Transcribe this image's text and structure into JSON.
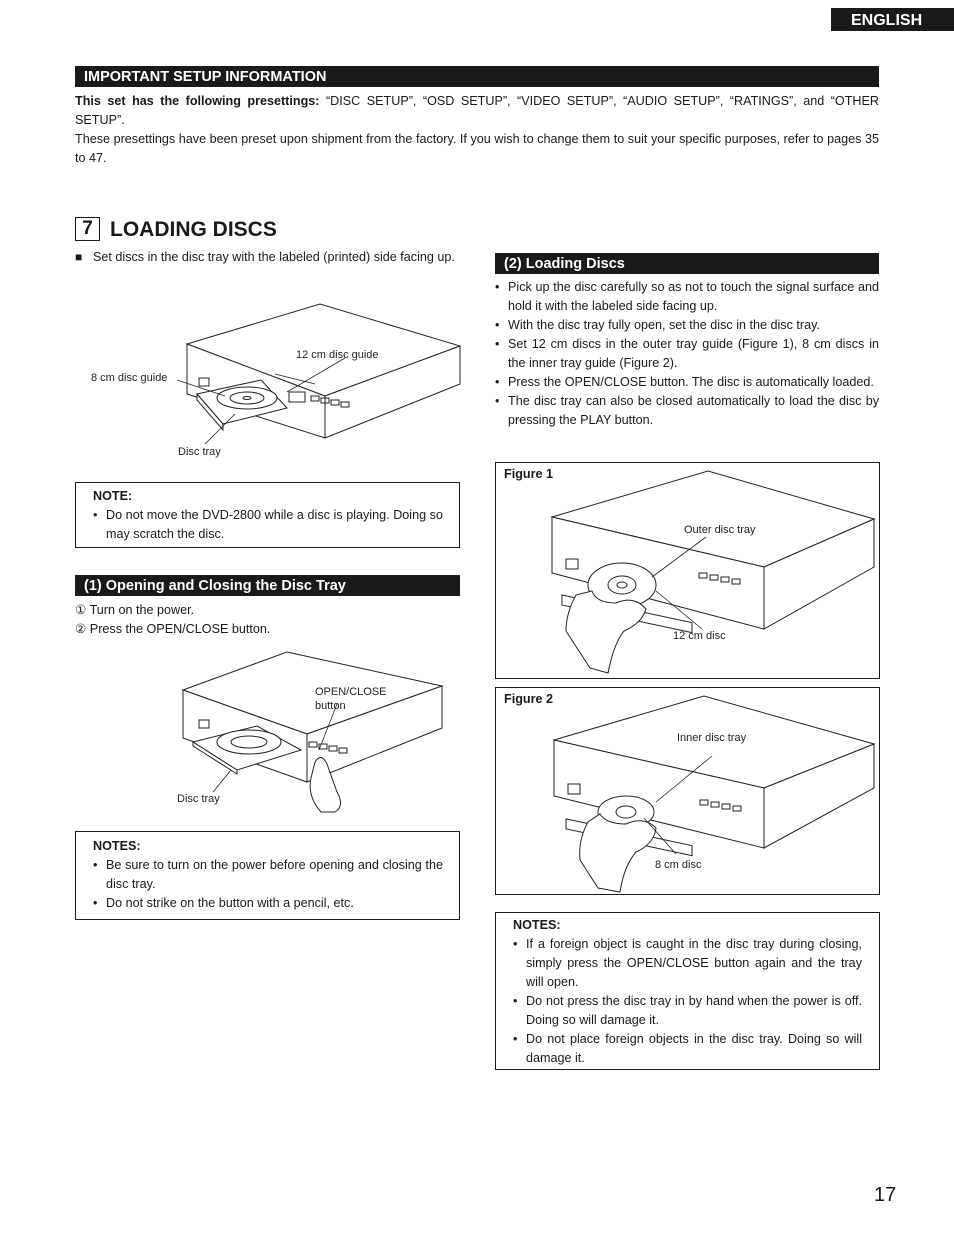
{
  "language_tab": "ENGLISH",
  "setup": {
    "heading": "IMPORTANT SETUP INFORMATION",
    "lead_bold": "This set has the following presettings:",
    "lead_rest": " “DISC SETUP”, “OSD SETUP”, “VIDEO SETUP”, “AUDIO SETUP”, “RATINGS”, and “OTHER SETUP”.",
    "para2": "These presettings have been preset upon shipment from the factory. If you wish to change them to suit your specific purposes, refer to pages 35 to 47."
  },
  "section": {
    "number": "7",
    "title": "LOADING DISCS"
  },
  "intro": {
    "bullet": "■",
    "text": "Set discs in the disc tray with the labeled (printed) side facing up."
  },
  "fig_top": {
    "label_guide12": "12 cm disc guide",
    "label_guide8": "8 cm disc guide",
    "label_tray": "Disc tray"
  },
  "note1": {
    "title": "NOTE:",
    "items": [
      "Do not move the DVD-2800 while a disc is playing. Doing so may scratch the disc."
    ]
  },
  "open_close": {
    "heading": "(1) Opening and Closing the Disc Tray",
    "steps": [
      {
        "mark": "①",
        "text": " Turn on the power."
      },
      {
        "mark": "②",
        "text": " Press the OPEN/CLOSE button."
      }
    ]
  },
  "fig_mid": {
    "label_button_1": "OPEN/CLOSE",
    "label_button_2": "button",
    "label_tray": "Disc tray"
  },
  "notes2": {
    "title": "NOTES:",
    "items": [
      "Be sure to turn on the power before opening and closing the disc tray.",
      "Do not strike on the button with a pencil, etc."
    ]
  },
  "loading": {
    "heading": "(2) Loading Discs",
    "items": [
      "Pick up the disc carefully so as not to touch the signal surface and hold it with the labeled side facing up.",
      "With the disc tray fully open, set the disc in the disc tray.",
      "Set 12 cm discs in the outer tray guide (Figure 1), 8 cm discs in the inner tray guide (Figure 2).",
      "Press the OPEN/CLOSE button. The disc is automatically loaded.",
      "The disc tray can also be closed automatically to load the disc by pressing the PLAY button."
    ]
  },
  "figure1": {
    "title": "Figure 1",
    "label_outer": "Outer disc tray",
    "label_disc": "12 cm disc"
  },
  "figure2": {
    "title": "Figure 2",
    "label_inner": "Inner disc tray",
    "label_disc": "8 cm disc"
  },
  "notes3": {
    "title": "NOTES:",
    "items": [
      "If a foreign object is caught in the disc tray during closing, simply press the OPEN/CLOSE button again and the tray will open.",
      "Do not press the disc tray in by hand when the power is off. Doing so will damage it.",
      "Do not place foreign objects in the disc tray. Doing so will damage it."
    ]
  },
  "page_number": "17"
}
